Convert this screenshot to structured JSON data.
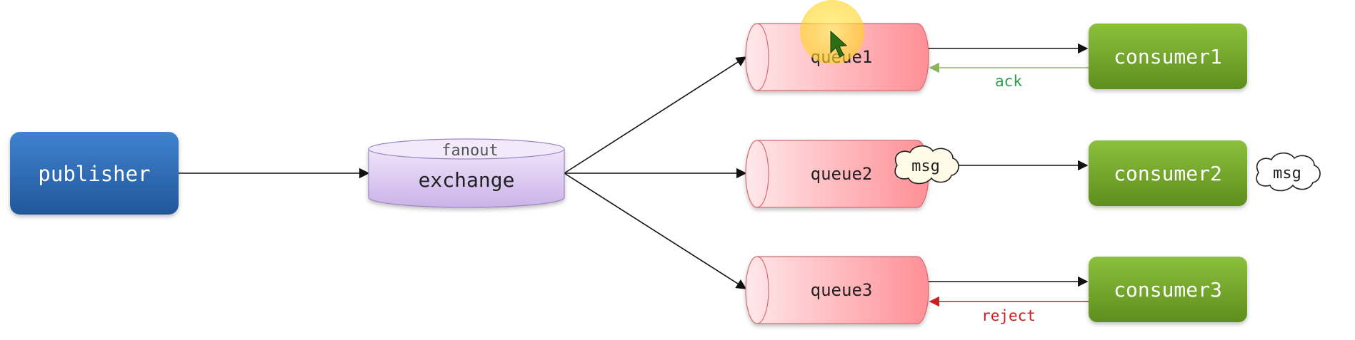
{
  "nodes": {
    "publisher": "publisher",
    "exchange": "exchange",
    "exchange_type": "fanout",
    "queues": [
      "queue1",
      "queue2",
      "queue3"
    ],
    "consumers": [
      "consumer1",
      "consumer2",
      "consumer3"
    ]
  },
  "labels": {
    "ack": "ack",
    "reject": "reject",
    "msg": "msg"
  },
  "colors": {
    "publisher": "#2f6db5",
    "exchange": "#dcc8f0",
    "queue": "#ff9aa0",
    "consumer": "#78ad2c",
    "ack_arrow": "#8db45a",
    "ack_text": "#2a9d4e",
    "reject": "#cc1f1f"
  }
}
